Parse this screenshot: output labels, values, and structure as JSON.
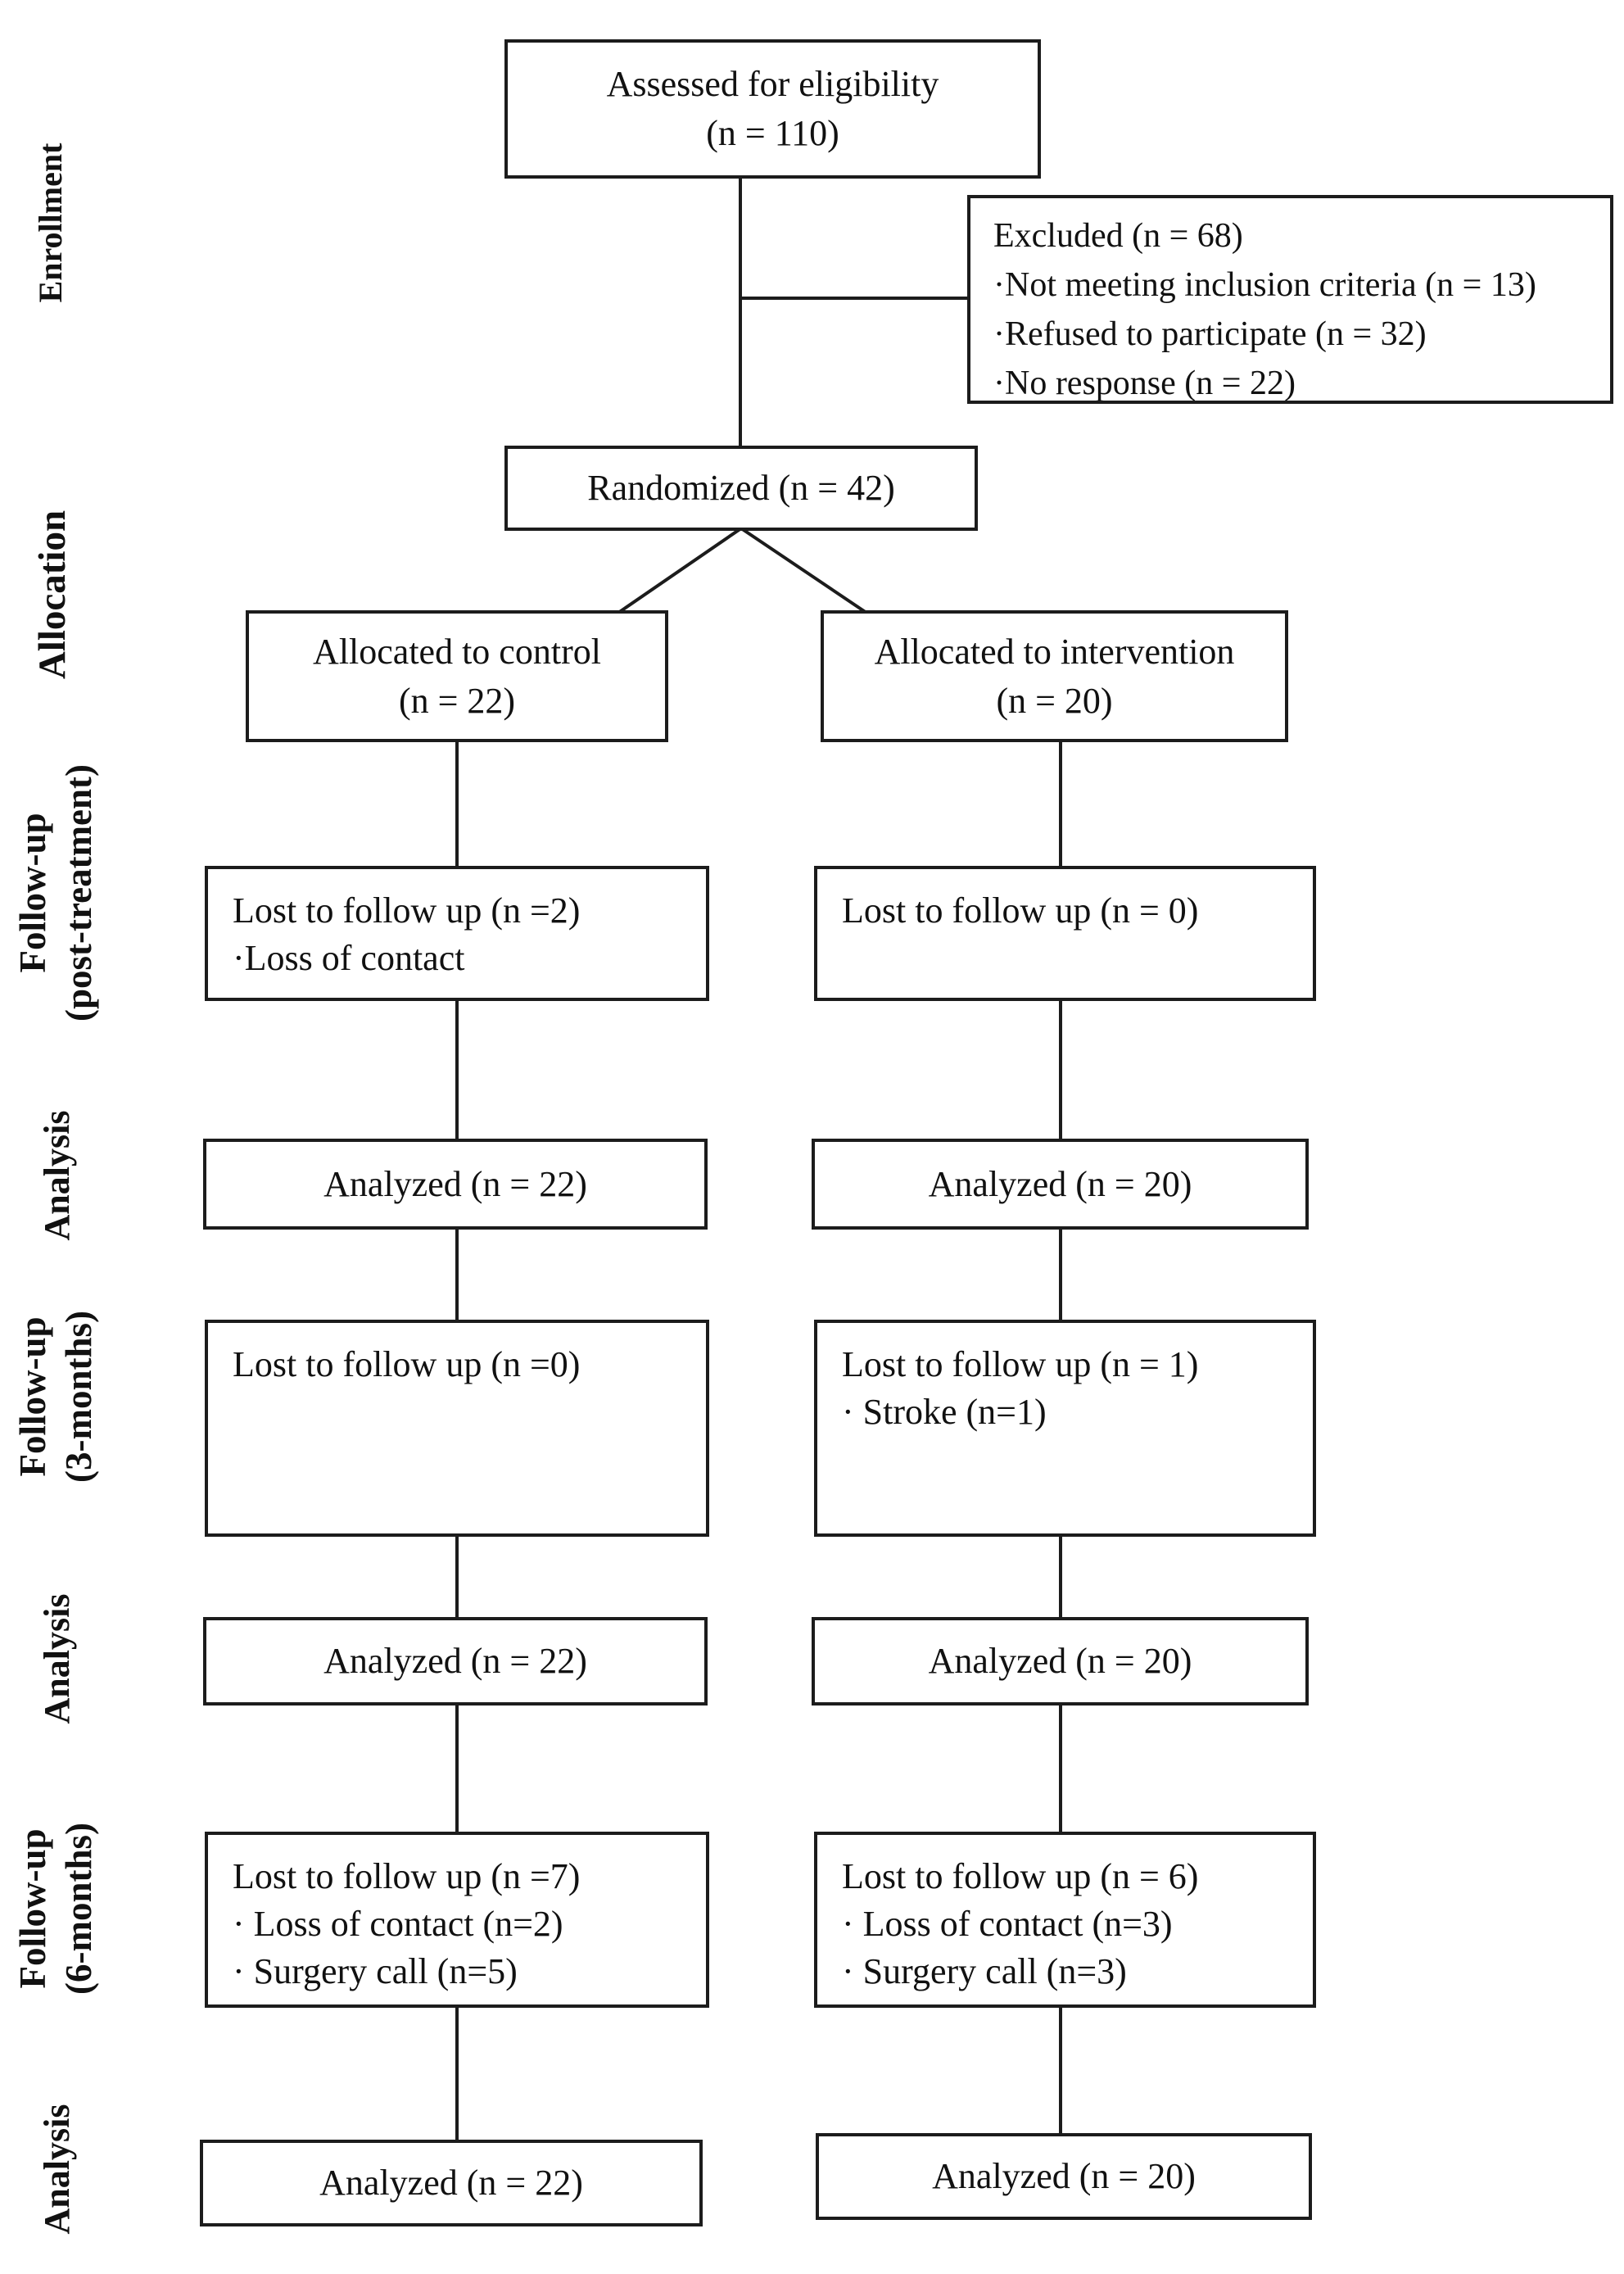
{
  "colors": {
    "line": "#1c1c1c",
    "text": "#111111",
    "background": "#ffffff"
  },
  "stage_labels": {
    "enrollment": {
      "text": "Enrollment"
    },
    "allocation": {
      "text": "Allocation"
    },
    "followup_post": {
      "line1": "Follow-up",
      "line2": "(post-treatment)"
    },
    "analysis_post": {
      "text": "Analysis"
    },
    "followup_3m": {
      "line1": "Follow-up",
      "line2": "(3-months)"
    },
    "analysis_3m": {
      "text": "Analysis"
    },
    "followup_6m": {
      "line1": "Follow-up",
      "line2": "(6-months)"
    },
    "analysis_6m": {
      "text": "Analysis"
    }
  },
  "boxes": {
    "assessed": {
      "line1": "Assessed for eligibility",
      "line2": "(n = 110)"
    },
    "excluded": {
      "line1": "Excluded (n = 68)",
      "line2": "·Not meeting inclusion criteria (n = 13)",
      "line3": "·Refused to participate (n = 32)",
      "line4": "·No response (n = 22)"
    },
    "randomized": {
      "line1": "Randomized (n = 42)"
    },
    "allocated_control": {
      "line1": "Allocated to control",
      "line2": "(n = 22)"
    },
    "allocated_intervention": {
      "line1": "Allocated to intervention",
      "line2": "(n = 20)"
    },
    "lost_post_control": {
      "line1": "Lost to follow up (n =2)",
      "line2": "·Loss of contact"
    },
    "lost_post_intervention": {
      "line1": "Lost to follow up (n = 0)"
    },
    "analyzed_post_control": {
      "line1": "Analyzed (n = 22)"
    },
    "analyzed_post_intervention": {
      "line1": "Analyzed (n = 20)"
    },
    "lost_3m_control": {
      "line1": "Lost to follow up (n =0)"
    },
    "lost_3m_intervention": {
      "line1": "Lost to follow up (n = 1)",
      "line2": "· Stroke (n=1)"
    },
    "analyzed_3m_control": {
      "line1": "Analyzed (n = 22)"
    },
    "analyzed_3m_intervention": {
      "line1": "Analyzed (n = 20)"
    },
    "lost_6m_control": {
      "line1": "Lost to follow up (n =7)",
      "line2": "· Loss of contact (n=2)",
      "line3": "· Surgery call (n=5)"
    },
    "lost_6m_intervention": {
      "line1": "Lost to follow up (n = 6)",
      "line2": "· Loss of contact (n=3)",
      "line3": "· Surgery call (n=3)"
    },
    "analyzed_6m_control": {
      "line1": "Analyzed (n = 22)"
    },
    "analyzed_6m_intervention": {
      "line1": "Analyzed (n = 20)"
    }
  }
}
